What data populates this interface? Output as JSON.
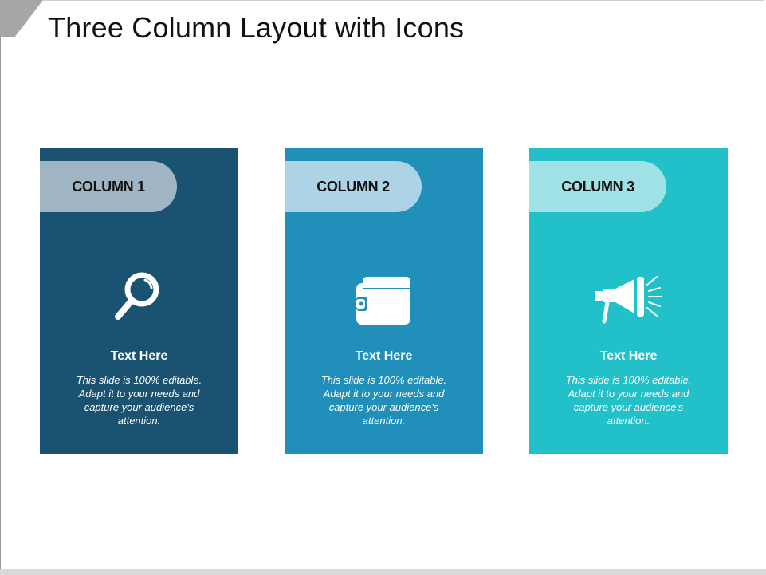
{
  "slide": {
    "title": "Three Column Layout with Icons"
  },
  "columns": [
    {
      "label": "COLUMN 1",
      "icon": "magnifier-icon",
      "heading": "Text Here",
      "body": "This slide is 100% editable. Adapt it to your needs and capture your audience's attention.",
      "color": "#1a5372",
      "tab_color": "#9fb5c3"
    },
    {
      "label": "COLUMN 2",
      "icon": "wallet-icon",
      "heading": "Text Here",
      "body": "This slide is 100% editable. Adapt it to your needs and capture your audience's attention.",
      "color": "#2090bb",
      "tab_color": "#acd4e6"
    },
    {
      "label": "COLUMN 3",
      "icon": "megaphone-icon",
      "heading": "Text Here",
      "body": "This slide is 100% editable. Adapt it to your needs and capture your audience's attention.",
      "color": "#22c0c8",
      "tab_color": "#9fe1e4"
    }
  ],
  "colors": {
    "corner": "#a6a6a6",
    "title": "#111111"
  }
}
